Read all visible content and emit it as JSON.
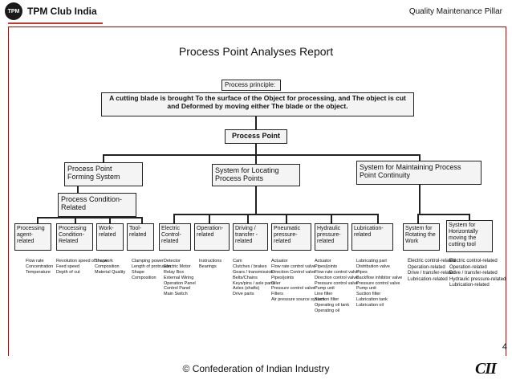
{
  "header": {
    "logo_text": "TPM",
    "club_name": "TPM Club India",
    "pillar": "Quality Maintenance Pillar"
  },
  "title": "Process Point Analyses Report",
  "principle": {
    "label": "Process principle:",
    "text": "A cutting blade is brought To the surface of the Object for processing, and The object is cut and Deformed by moving either The blade or the object."
  },
  "process_point": "Process Point",
  "level2": {
    "forming": "Process Point Forming System",
    "locating": "System for Locating Process Points",
    "continuity": "System for Maintaining Process Point Continuity"
  },
  "condition": "Process Condition-Related",
  "leaves": [
    {
      "label": "Processing agent-related",
      "items": [
        "Flow rate",
        "Concentration",
        "Temperature"
      ]
    },
    {
      "label": "Processing Condition-Related",
      "items": [
        "Revolution speed of the work",
        "Feed speed",
        "Depth of cut"
      ]
    },
    {
      "label": "Work-related",
      "items": [
        "Shape",
        "Composition",
        "Material Quality"
      ]
    },
    {
      "label": "Tool-related",
      "items": [
        "Clamping power",
        "Length of protrusion",
        "Shape",
        "Composition"
      ]
    },
    {
      "label": "Electric Control-related",
      "items": [
        "Detector",
        "Electric Motor",
        "Relay Box",
        "External Wiring",
        "Operation Panel",
        "Control Panel",
        "Main Switch"
      ]
    },
    {
      "label": "Operation-related",
      "items": [
        "Instructions",
        "Bearings"
      ]
    },
    {
      "label": "Driving / transfer - related",
      "items": [
        "Cam",
        "Clutches / brakes",
        "Gears / transmission",
        "Belts/Chains",
        "Keys/pins / axle parts",
        "Axles (shafts)",
        "Drive parts"
      ]
    },
    {
      "label": "Pneumatic pressure-related",
      "items": [
        "Actuator",
        "Flow rate control valve",
        "Direction Control valve",
        "Pipes/joints",
        "Oiler",
        "Pressure control valve",
        "Filters",
        "Air pressure source system"
      ]
    },
    {
      "label": "Hydraulic pressure-related",
      "items": [
        "Actuator",
        "Pipes/joints",
        "Flow rate control valve",
        "Direction control valve",
        "Pressure control valve",
        "Pump unit",
        "Line filter",
        "Suction filter",
        "Operating oil tank",
        "Operating oil"
      ]
    },
    {
      "label": "Lubrication-related",
      "items": [
        "Lubricating part",
        "Distribution valve",
        "Pipes",
        "Backflow inhibitor valve",
        "Pressure control valve",
        "Pump unit",
        "Suction filter",
        "Lubrication tank",
        "Lubrication oil"
      ]
    },
    {
      "label": "System for Rotating the Work",
      "items": [
        "Electric control-related",
        "Operation-related",
        "Drive / transfer-related",
        "Lubrication-related"
      ]
    },
    {
      "label": "System for Horizontally moving the cutting tool",
      "items": [
        "Electric control-related",
        "Operation-related",
        "Drive / transfer-related",
        "Hydraulic pressure-related",
        "Lubrication-related"
      ]
    }
  ],
  "page_number": "4",
  "footer": "© Confederation of Indian Industry",
  "footer_logo": "CII"
}
